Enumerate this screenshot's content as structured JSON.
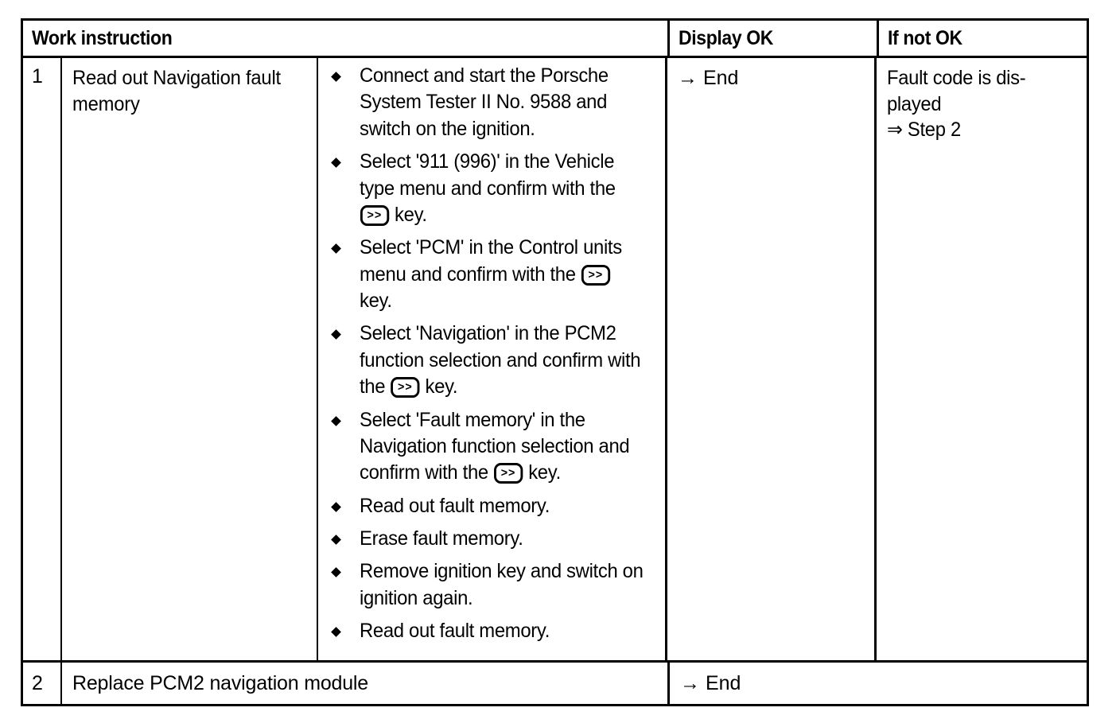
{
  "table": {
    "columns": [
      {
        "id": "work-instruction",
        "label": "Work instruction"
      },
      {
        "id": "display-ok",
        "label": "Display OK"
      },
      {
        "id": "if-not-ok",
        "label": "If not OK"
      }
    ],
    "rows": [
      {
        "number": "1",
        "task": "Read out Navigation fault memory",
        "bullet_icon": "diamond-bullet-icon",
        "steps": [
          {
            "parts": [
              {
                "type": "text",
                "value": "Connect and start the Porsche System Tester II No. 9588 and switch on the ignition."
              }
            ]
          },
          {
            "parts": [
              {
                "type": "text",
                "value": "Select '911 (996)' in the Vehicle type menu and confirm with the "
              },
              {
                "type": "keycap",
                "value": ">>"
              },
              {
                "type": "text",
                "value": " key."
              }
            ]
          },
          {
            "parts": [
              {
                "type": "text",
                "value": "Select 'PCM' in the Control units menu and confirm with the "
              },
              {
                "type": "keycap",
                "value": ">>"
              },
              {
                "type": "text",
                "value": " key."
              }
            ]
          },
          {
            "parts": [
              {
                "type": "text",
                "value": "Select 'Navigation' in the PCM2 function selection and confirm with the "
              },
              {
                "type": "keycap",
                "value": ">>"
              },
              {
                "type": "text",
                "value": " key."
              }
            ]
          },
          {
            "parts": [
              {
                "type": "text",
                "value": "Select 'Fault memory' in the Navigation function selection and confirm with the "
              },
              {
                "type": "keycap",
                "value": ">>"
              },
              {
                "type": "text",
                "value": " key."
              }
            ]
          },
          {
            "parts": [
              {
                "type": "text",
                "value": "Read out fault memory."
              }
            ]
          },
          {
            "parts": [
              {
                "type": "text",
                "value": "Erase fault memory."
              }
            ]
          },
          {
            "parts": [
              {
                "type": "text",
                "value": "Remove ignition key and switch on ignition again."
              }
            ]
          },
          {
            "parts": [
              {
                "type": "text",
                "value": "Read out fault memory."
              }
            ]
          }
        ],
        "display_ok": "→ End",
        "if_not_ok_line1": "Fault code is dis-",
        "if_not_ok_line2": "played",
        "if_not_ok_line3": "⇒ Step 2"
      },
      {
        "number": "2",
        "task": "Replace PCM2 navigation module",
        "display_ok": "→ End",
        "if_not_ok": ""
      }
    ]
  },
  "colors": {
    "ink": "#000000",
    "paper": "#ffffff"
  }
}
